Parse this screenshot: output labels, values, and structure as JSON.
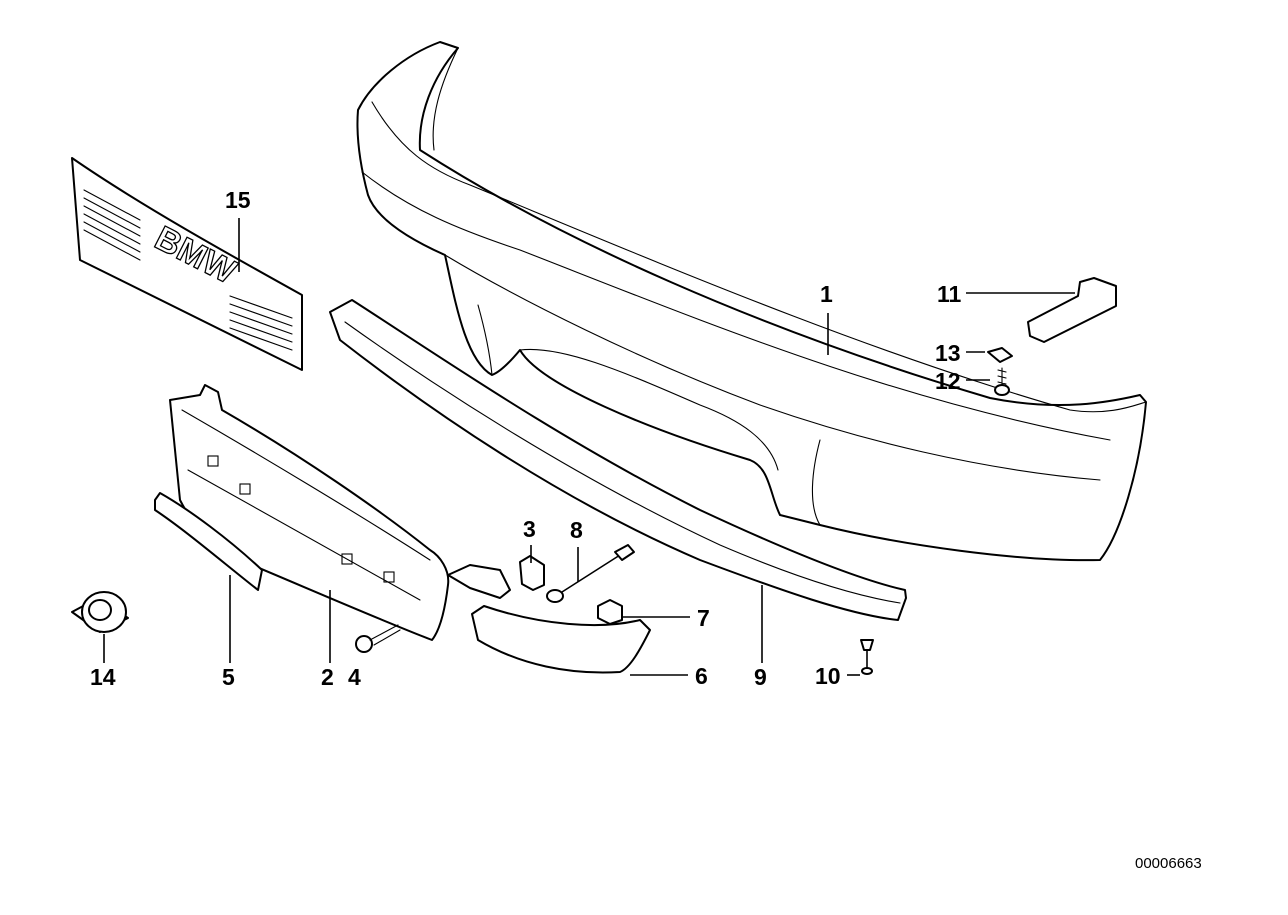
{
  "diagram": {
    "document_id": "00006663",
    "emblem_text": "BMW",
    "callouts": [
      {
        "id": "c1",
        "label": "1"
      },
      {
        "id": "c2",
        "label": "2"
      },
      {
        "id": "c3",
        "label": "3"
      },
      {
        "id": "c4",
        "label": "4"
      },
      {
        "id": "c5",
        "label": "5"
      },
      {
        "id": "c6",
        "label": "6"
      },
      {
        "id": "c7",
        "label": "7"
      },
      {
        "id": "c8",
        "label": "8"
      },
      {
        "id": "c9",
        "label": "9"
      },
      {
        "id": "c10",
        "label": "10"
      },
      {
        "id": "c11",
        "label": "11"
      },
      {
        "id": "c12",
        "label": "12"
      },
      {
        "id": "c13",
        "label": "13"
      },
      {
        "id": "c14",
        "label": "14"
      },
      {
        "id": "c15",
        "label": "15"
      }
    ]
  }
}
